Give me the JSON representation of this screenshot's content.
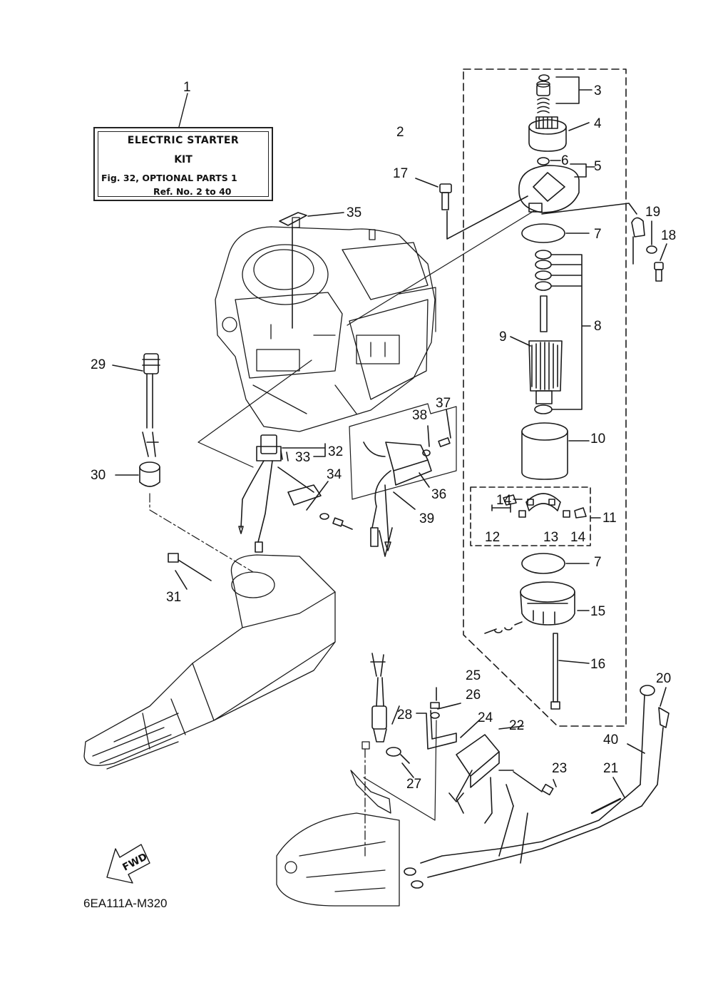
{
  "kit": {
    "title": "ELECTRIC  STARTER",
    "subtitle": "KIT",
    "figure_ref": "Fig. 32, OPTIONAL PARTS 1",
    "ref_range": "Ref. No. 2 to 40"
  },
  "direction_label": "FWD",
  "drawing_code": "6EA111A-M320",
  "callouts": [
    "1",
    "2",
    "3",
    "4",
    "5",
    "6",
    "7",
    "7",
    "8",
    "9",
    "10",
    "11",
    "12",
    "13",
    "14",
    "14",
    "15",
    "16",
    "17",
    "18",
    "19",
    "20",
    "21",
    "22",
    "23",
    "24",
    "25",
    "26",
    "27",
    "28",
    "29",
    "30",
    "31",
    "32",
    "33",
    "34",
    "35",
    "36",
    "37",
    "38",
    "39",
    "40"
  ]
}
